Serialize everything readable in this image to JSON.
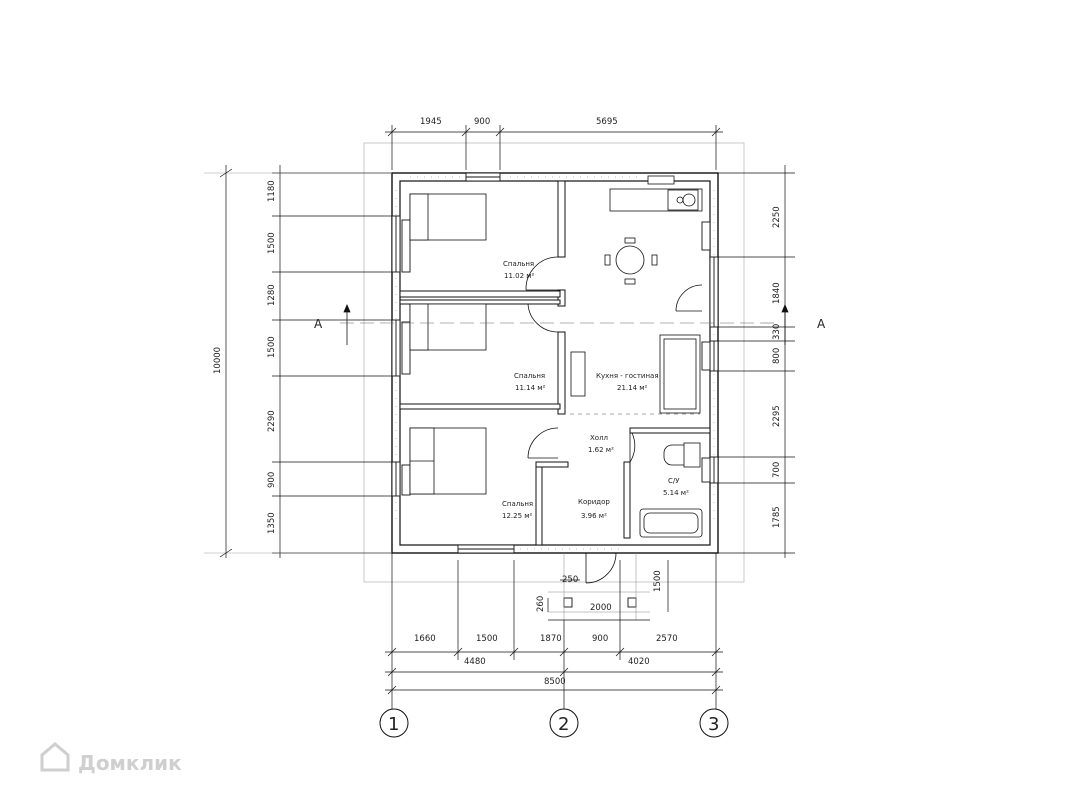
{
  "top_dims": [
    "1945",
    "900",
    "5695"
  ],
  "left_dims": [
    "1180",
    "1500",
    "1280",
    "1500",
    "2290",
    "900",
    "1350"
  ],
  "left_total": "10000",
  "right_dims": [
    "2250",
    "1840",
    "330",
    "800",
    "2295",
    "700",
    "1785"
  ],
  "porch_dims": {
    "d250": "250",
    "d260": "260",
    "d2000": "2000",
    "d1500": "1500"
  },
  "bottom_row1": [
    "1660",
    "1500",
    "1870",
    "900",
    "2570"
  ],
  "bottom_row2": [
    "4480",
    "4020"
  ],
  "bottom_total": "8500",
  "axes": [
    "1",
    "2",
    "3"
  ],
  "section_mark": "A",
  "rooms": {
    "bedroom1": {
      "name": "Спальня",
      "area": "11.02 м²"
    },
    "bedroom2": {
      "name": "Спальня",
      "area": "11.14 м²"
    },
    "bedroom3": {
      "name": "Спальня",
      "area": "12.25 м²"
    },
    "kitchen": {
      "name": "Кухня - гостиная",
      "area": "21.14 м²"
    },
    "hall": {
      "name": "Холл",
      "area": "1.62 м²"
    },
    "corridor": {
      "name": "Коридор",
      "area": "3.96 м²"
    },
    "wc": {
      "name": "С/У",
      "area": "5.14 м²"
    }
  },
  "watermark": "Домклик"
}
